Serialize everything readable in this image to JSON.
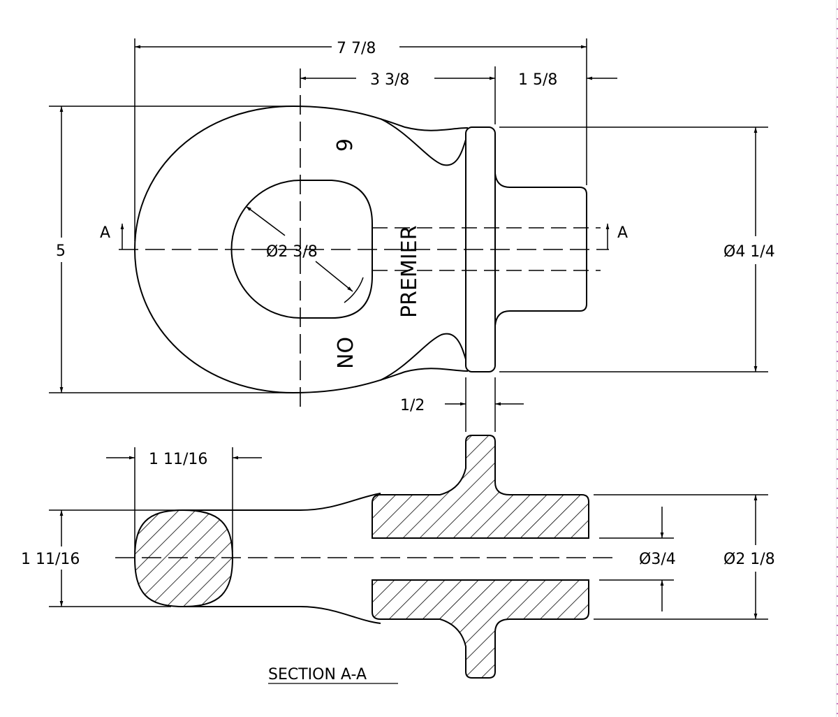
{
  "drawing": {
    "top_view": {
      "dim_overall_length": "7 7/8",
      "dim_hole_to_flange": "3 3/8",
      "dim_hub_length": "1 5/8",
      "dim_height": "5",
      "dim_hole_diameter": "Ø2 3/8",
      "dim_flange_diameter": "Ø4 1/4",
      "dim_flange_thickness": "1/2",
      "section_marker_left": "A",
      "section_marker_right": "A",
      "engraving_line1": "PREMIER",
      "engraving_line2": "NO",
      "engraving_line3": "6"
    },
    "section_view": {
      "title": "SECTION A-A",
      "dim_eye_width": "1 11/16",
      "dim_eye_height": "1 11/16",
      "dim_bore_diameter": "Ø3/4",
      "dim_hub_diameter": "Ø2 1/8"
    }
  }
}
